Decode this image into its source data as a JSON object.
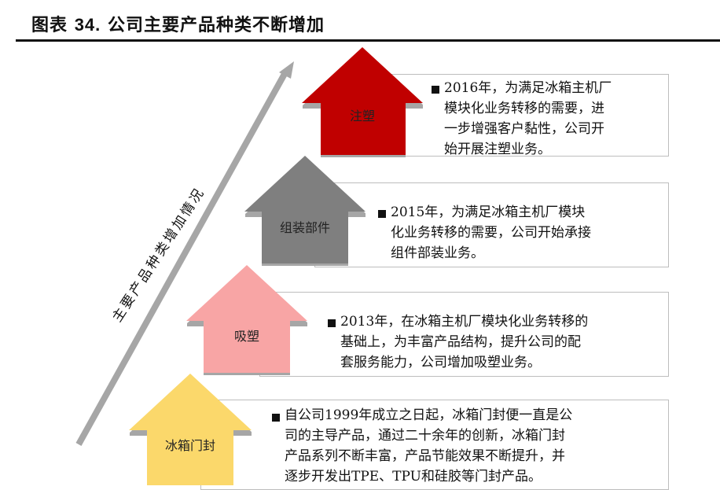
{
  "figure": {
    "title_prefix": "图表",
    "title_number": "34.",
    "title_text": "公司主要产品种类不断增加"
  },
  "axis_arrow": {
    "label": "主要产品种类增加情况",
    "color": "#a6a6a6"
  },
  "stages": [
    {
      "label": "冰箱门封",
      "color": "#fbd86b",
      "text_lines": [
        "自公司1999年成立之日起，冰箱门封便一直是公",
        "司的主导产品，通过二十余年的创新，冰箱门封",
        "产品系列不断丰富，产品节能效果不断提升，并",
        "逐步开发出TPE、TPU和硅胶等门封产品。"
      ]
    },
    {
      "label": "吸塑",
      "color": "#f7a6a6",
      "text_lines": [
        "2013年，在冰箱主机厂模块化业务转移的",
        "基础上，为丰富产品结构，提升公司的配",
        "套服务能力，公司增加吸塑业务。"
      ]
    },
    {
      "label": "组装部件",
      "color": "#808080",
      "text_lines": [
        "2015年，为满足冰箱主机厂模块",
        "化业务转移的需要，公司开始承接",
        "组件部装业务。"
      ]
    },
    {
      "label": "注塑",
      "color": "#c00000",
      "text_lines": [
        "2016年，为满足冰箱主机厂",
        "模块化业务转移的需要，进",
        "一步增强客户黏性，公司开",
        "始开展注塑业务。"
      ]
    }
  ]
}
